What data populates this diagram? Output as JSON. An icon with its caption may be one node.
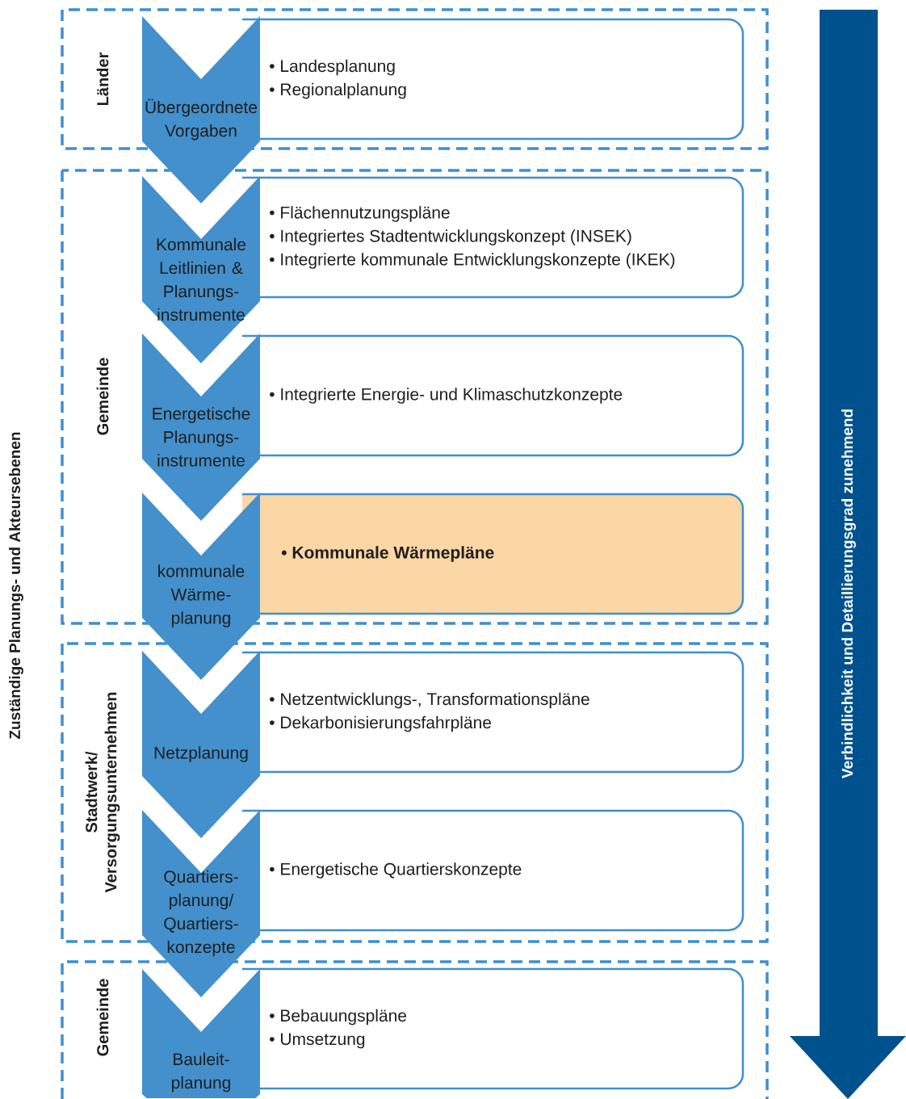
{
  "diagram": {
    "nodes": [
      {
        "text": [
          "Länder"
        ]
      },
      {
        "text": [
          "Übergeordnete Vorgaben"
        ]
      },
      {
        "text": [
          "• Landesplanung",
          "• Regionalplanung"
        ],
        "in": 0
      },
      {
        "text": [
          "Gemeinde"
        ]
      },
      {
        "text": [
          "Kommunale Leitlinien & Planungs- instrumente"
        ],
        "in": 3
      },
      {
        "text": [
          "• Flächennutzungspläne",
          "• Integriertes Stadtentwicklungskonzept (INSEK)",
          "• Integrierte kommunale Entwicklungskonzepte (IKEK)"
        ],
        "in": 3
      },
      {
        "text": [
          "Energetische Planungs- instrumente"
        ],
        "in": 3
      },
      {
        "text": [
          "• Integrierte Energie- und Klimaschutzkonzepte"
        ],
        "in": 3
      },
      {
        "text": [
          "kommunale Wärme- planung"
        ]
      },
      {
        "text": [
          "• Kommunale Wärmepläne"
        ],
        "in": 3
      },
      {
        "text": [
          "Stadtwerk/ Versorgungsunternehmen"
        ]
      },
      {
        "text": [
          "Netzplanung"
        ],
        "in": 10
      },
      {
        "text": [
          "• Netzentwicklungs-, Transformationspläne",
          "• Dekarbonisierungsfahrpläne"
        ],
        "in": 10
      },
      {
        "text": [
          "Quartiers- planung/ Quartiers- konzepte"
        ]
      },
      {
        "text": [
          "• Energetische Quartierskonzepte"
        ],
        "in": 10
      },
      {
        "text": [
          "Gemeinde"
        ]
      },
      {
        "text": [
          "Bauleit- planung"
        ],
        "in": 15
      },
      {
        "text": [
          "• Bebauungspläne",
          "• Umsetzung"
        ],
        "in": 15
      }
    ],
    "labels": [
      "Zuständige Planungs- und Akteursebenen",
      "Verbindlichkeit und Detaillierungsgrad zunehmend"
    ]
  }
}
